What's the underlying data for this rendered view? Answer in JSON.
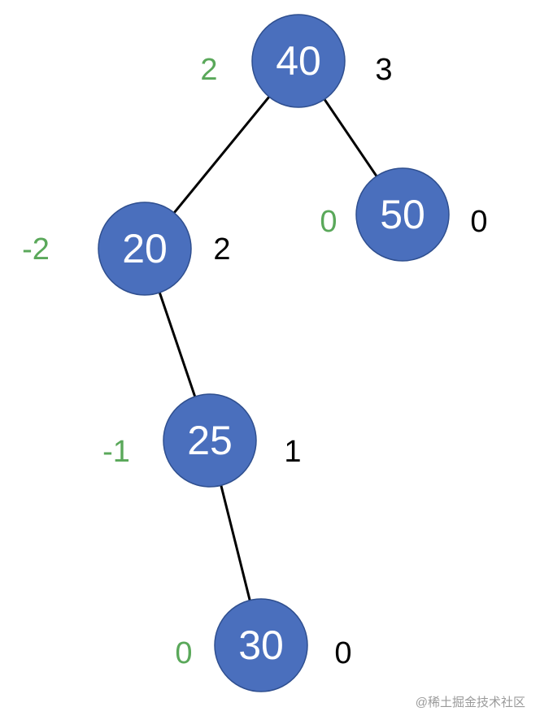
{
  "tree": {
    "nodes": [
      {
        "id": "n40",
        "value": "40",
        "balance": "2",
        "height": "3"
      },
      {
        "id": "n50",
        "value": "50",
        "balance": "0",
        "height": "0"
      },
      {
        "id": "n20",
        "value": "20",
        "balance": "-2",
        "height": "2"
      },
      {
        "id": "n25",
        "value": "25",
        "balance": "-1",
        "height": "1"
      },
      {
        "id": "n30",
        "value": "30",
        "balance": "0",
        "height": "0"
      }
    ],
    "edges": [
      {
        "from": "n40",
        "to": "n20"
      },
      {
        "from": "n40",
        "to": "n50"
      },
      {
        "from": "n20",
        "to": "n25"
      },
      {
        "from": "n25",
        "to": "n30"
      }
    ],
    "colors": {
      "node_fill": "#4a6fbd",
      "balance_label": "#5aa85a",
      "height_label": "#000000"
    }
  },
  "watermark": "@稀土掘金技术社区"
}
